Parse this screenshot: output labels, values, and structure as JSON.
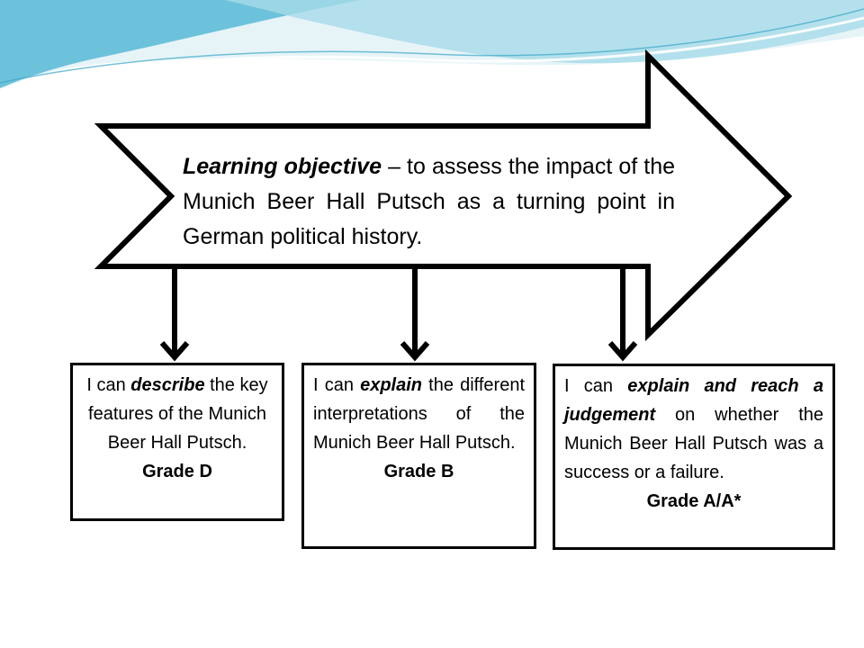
{
  "objective": {
    "lead": "Learning objective",
    "text": " – to assess the impact of the Munich Beer Hall Putsch as a turning point in German political history."
  },
  "boxes": {
    "grade_d": {
      "pre": "I can ",
      "verb": "describe",
      "post": " the key features of the Munich Beer Hall Putsch.",
      "grade": "Grade D"
    },
    "grade_b": {
      "pre": "I can ",
      "verb": "explain",
      "post": " the different interpretations of the Munich Beer Hall Putsch.",
      "grade": "Grade B"
    },
    "grade_a": {
      "pre": "I can ",
      "verb": "explain and reach a judgement",
      "post": " on whether the Munich Beer Hall Putsch was a success or a failure.",
      "grade": "Grade A/A*"
    }
  },
  "colors": {
    "wave_light": "#d7eef5",
    "wave_mid": "#9fd6e6",
    "wave_dark": "#4fb3d1",
    "stroke": "#000000"
  }
}
